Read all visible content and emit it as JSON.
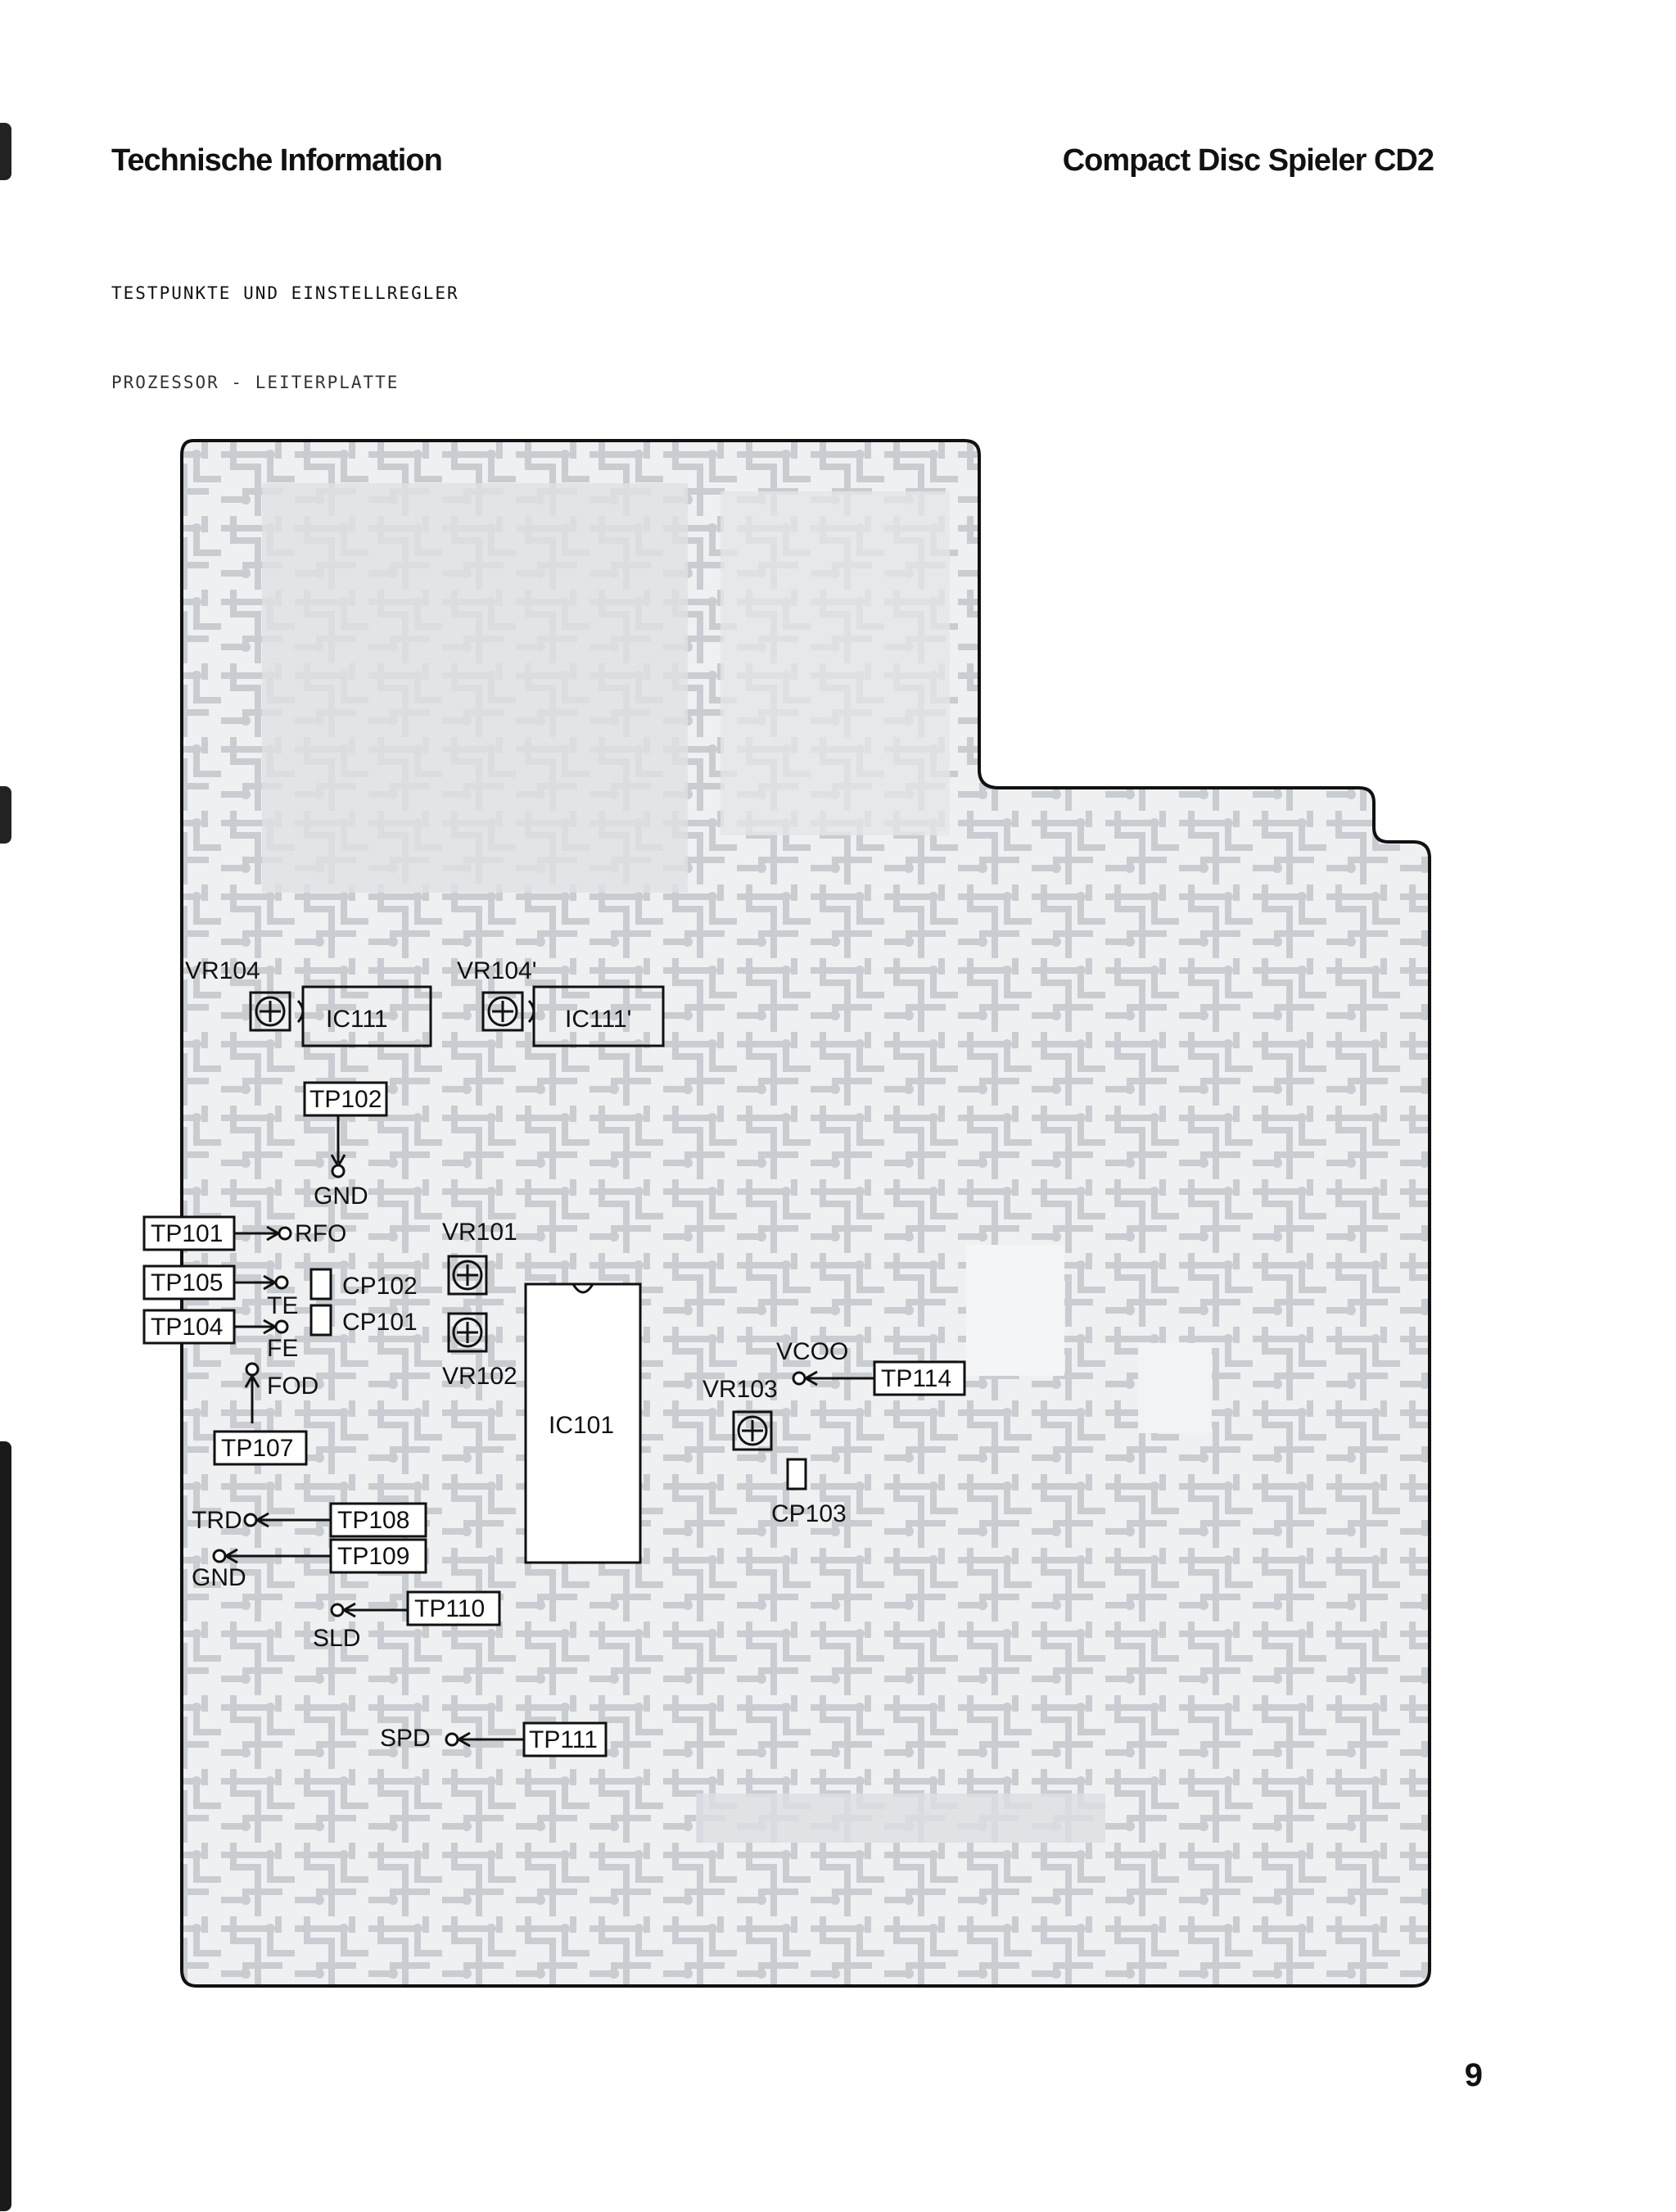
{
  "header": {
    "left": "Technische Information",
    "right": "Compact Disc Spieler CD2"
  },
  "section_title": "TESTPUNKTE UND EINSTELLREGLER",
  "subsection_title": "PROZESSOR - LEITERPLATTE",
  "page_number": "9",
  "components": {
    "vr104": "VR104",
    "vr104b": "VR104'",
    "ic111": "IC111",
    "ic111b": "IC111'",
    "tp102": "TP102",
    "gnd_top": "GND",
    "tp101": "TP101",
    "rfo": "RFO",
    "vr101": "VR101",
    "tp105": "TP105",
    "te": "TE",
    "cp102": "CP102",
    "tp104": "TP104",
    "cp101": "CP101",
    "fe": "FE",
    "vr102": "VR102",
    "fod": "FOD",
    "tp107": "TP107",
    "ic101": "IC101",
    "vcoo": "VCOO",
    "vr103": "VR103",
    "tp114": "TP114",
    "cp103": "CP103",
    "trd": "TRD",
    "tp108": "TP108",
    "gnd_bottom": "GND",
    "tp109": "TP109",
    "tp110": "TP110",
    "sld": "SLD",
    "spd": "SPD",
    "tp111": "TP111"
  }
}
